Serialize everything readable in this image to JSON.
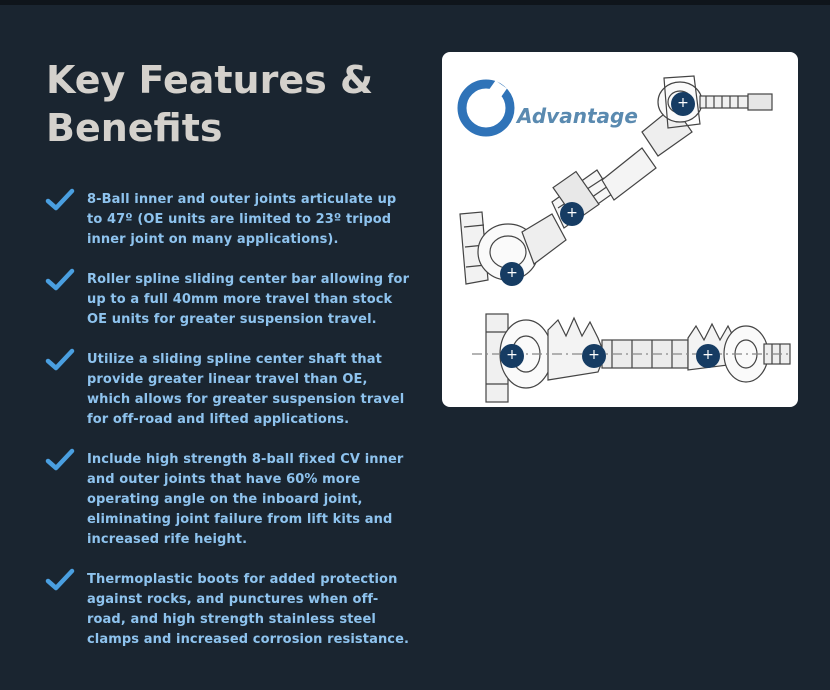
{
  "section": {
    "title": "Key Features & Benefits"
  },
  "features": [
    {
      "text": "8-Ball inner and outer joints articulate up to 47º (OE units are limited to 23º tripod inner joint on many applications)."
    },
    {
      "text": "Roller spline sliding center bar allowing for up to a full 40mm more travel than stock OE units for greater suspension travel."
    },
    {
      "text": "Utilize a sliding spline center shaft that provide greater linear travel than OE, which allows for greater suspension travel for off-road and lifted applications."
    },
    {
      "text": "Include high strength 8-ball fixed CV inner and outer joints that have 60% more operating angle on the inboard joint, eliminating joint failure from lift kits and increased rife height."
    },
    {
      "text": "Thermoplastic boots for added protection against rocks, and punctures when off-road, and high strength stainless steel clamps and increased corrosion resistance."
    }
  ],
  "figure": {
    "logo_text": "Advantage",
    "hotspot_symbol": "+",
    "hotspot_count": 6
  },
  "colors": {
    "background": "#1a2530",
    "title": "#d4d1cc",
    "feature_text": "#8ec3ee",
    "check": "#4a9fe0",
    "hotspot": "#163c63",
    "logo_blue": "#2f73b8"
  },
  "icons": {
    "check": "check-icon",
    "hotspot": "plus-icon"
  }
}
